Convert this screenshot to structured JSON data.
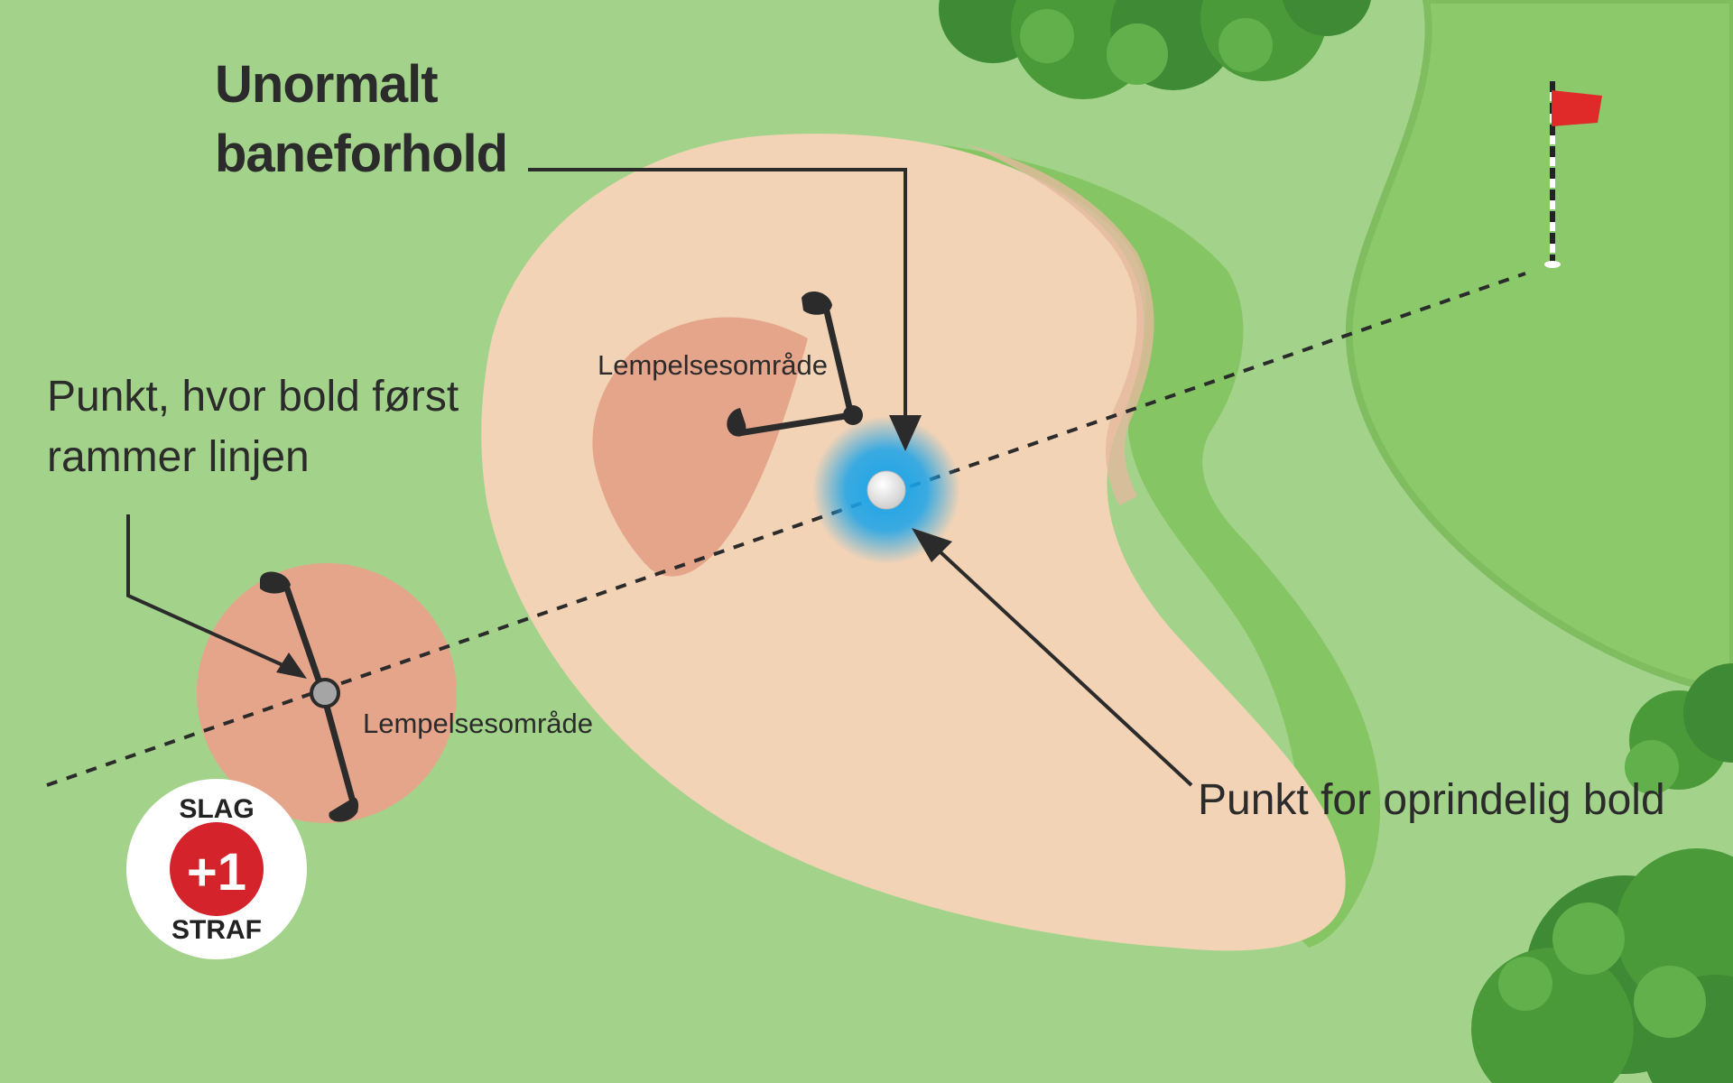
{
  "title": {
    "line1": "Unormalt",
    "line2": "baneforhold"
  },
  "callout_left": {
    "line1": "Punkt, hvor bold først",
    "line2": "rammer linjen"
  },
  "callout_right": "Punkt for oprindelig bold",
  "relief_area_upper": "Lempelsesområde",
  "relief_area_lower": "Lempelsesområde",
  "penalty_badge": {
    "top": "SLAG",
    "value": "+1",
    "bottom": "STRAF"
  },
  "colors": {
    "fairway": "#a3d38a",
    "green": "#8cc96b",
    "bunker": "#f2d3b6",
    "relief": "#e5a58b",
    "flag": "#e02a2a",
    "badge": "#d4232b",
    "ball_glow": "#1aa3e8"
  }
}
